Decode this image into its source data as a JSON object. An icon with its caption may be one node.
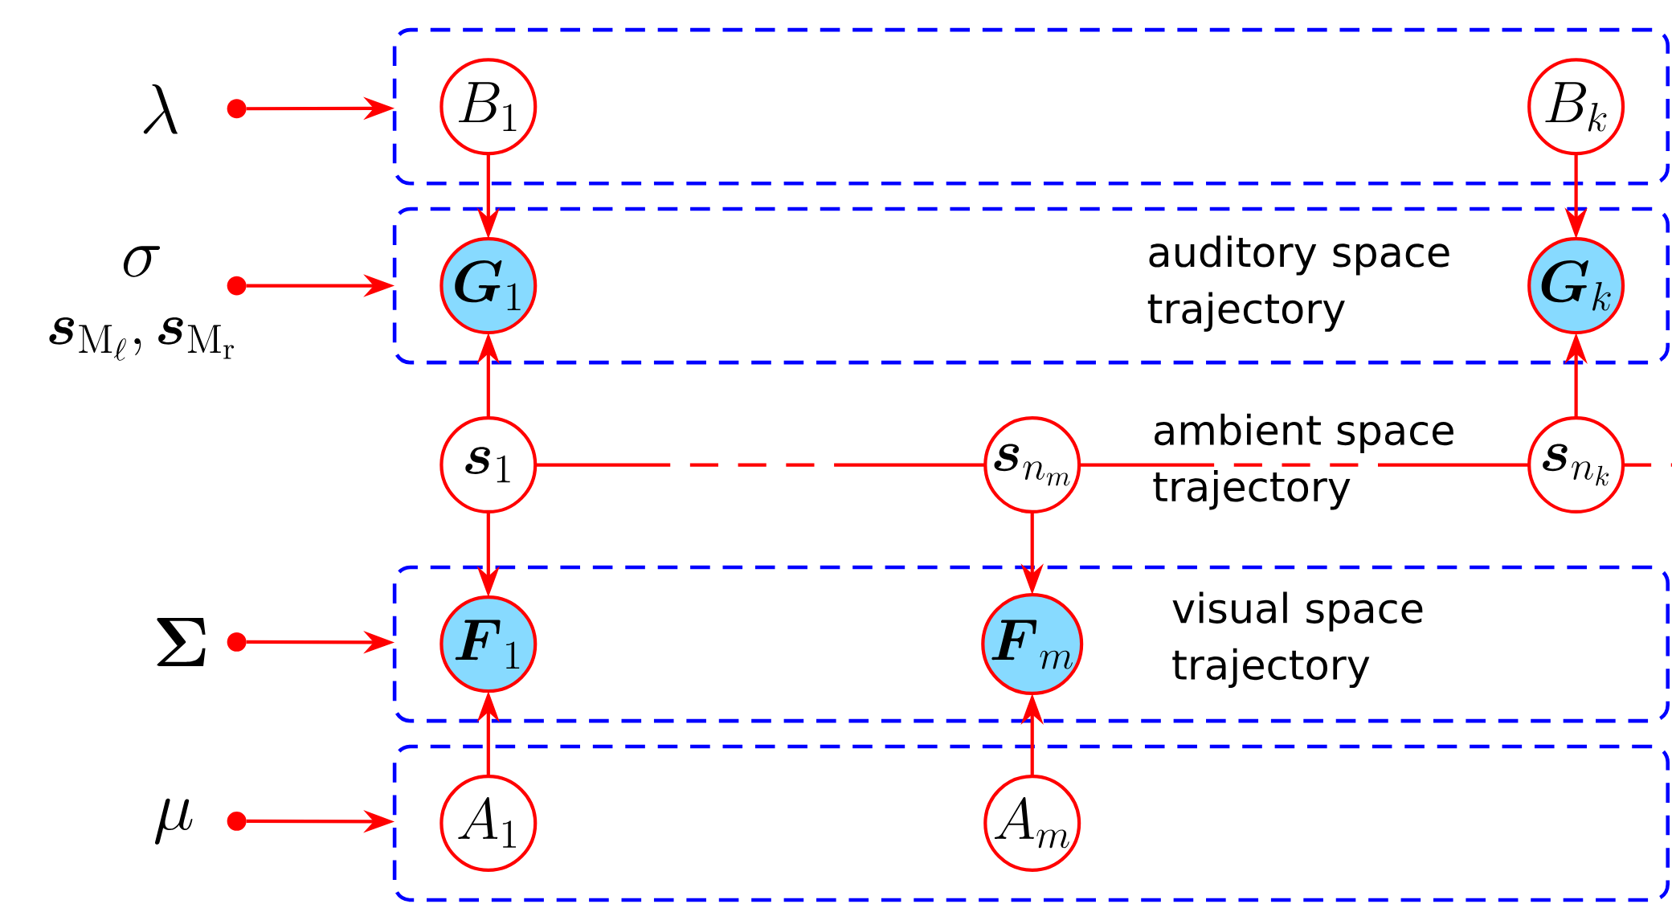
{
  "diagram": {
    "nodes": [
      {
        "text": [],
        "shape": "circle",
        "beside": [
          "\\lambda"
        ]
      },
      {
        "text": [],
        "shape": "box"
      },
      {
        "text": [
          "B_1"
        ],
        "in": 1
      },
      {
        "text": [
          "B_k"
        ],
        "in": 1
      },
      {
        "text": [],
        "shape": "circle",
        "beside": [
          "\\sigma",
          "\\boldsymbol{s}_{\\mathrm{M}_\\ell},\\boldsymbol{s}_{\\mathrm{M}_\\mathrm{r}}"
        ]
      },
      {
        "text": [
          "auditory space trajectory"
        ]
      },
      {
        "text": [
          "\\boldsymbol{G}_1"
        ],
        "in": 5
      },
      {
        "text": [
          "\\boldsymbol{G}_k"
        ],
        "in": 5
      },
      {
        "text": [
          "\\boldsymbol{s}_1"
        ]
      },
      {
        "text": [
          "\\boldsymbol{s}_{n_m}"
        ]
      },
      {
        "text": [
          "\\boldsymbol{s}_{n_k}"
        ]
      },
      {
        "text": [],
        "shape": "circle",
        "beside": [
          "\\boldsymbol{\\Sigma}"
        ]
      },
      {
        "text": [
          "visual space trajectory"
        ]
      },
      {
        "text": [
          "\\boldsymbol{F}_1"
        ],
        "in": 12
      },
      {
        "text": [
          "\\boldsymbol{F}_m"
        ],
        "in": 12
      },
      {
        "text": [],
        "shape": "circle",
        "beside": [
          "\\mu"
        ]
      },
      {
        "text": [],
        "shape": "box"
      },
      {
        "text": [
          "A_1"
        ],
        "in": 16
      },
      {
        "text": [
          "A_m"
        ],
        "in": 16
      }
    ],
    "edges": [
      {
        "from": 0,
        "to": 1,
        "arrow": "to"
      },
      {
        "from": 2,
        "to": 6,
        "arrow": "to"
      },
      {
        "from": 3,
        "to": 7,
        "arrow": "to"
      },
      {
        "from": 4,
        "to": 5,
        "arrow": "to"
      },
      {
        "from": 8,
        "to": 6,
        "arrow": "to"
      },
      {
        "from": 10,
        "to": 7,
        "arrow": "to"
      },
      {
        "from": 8,
        "to": 9,
        "arrow": "none",
        "style": "dashed"
      },
      {
        "from": 9,
        "to": 10,
        "arrow": "none",
        "style": "dashed"
      },
      {
        "from": 10,
        "to": null,
        "arrow": "none",
        "style": "dashed"
      },
      {
        "from": 8,
        "to": 13,
        "arrow": "to"
      },
      {
        "from": 9,
        "to": 14,
        "arrow": "to"
      },
      {
        "from": 11,
        "to": 12,
        "arrow": "to"
      },
      {
        "from": 17,
        "to": 13,
        "arrow": "to"
      },
      {
        "from": 18,
        "to": 14,
        "arrow": "to"
      },
      {
        "from": 15,
        "to": 16,
        "arrow": "to"
      }
    ],
    "labels": [
      "ambient space trajectory"
    ]
  }
}
